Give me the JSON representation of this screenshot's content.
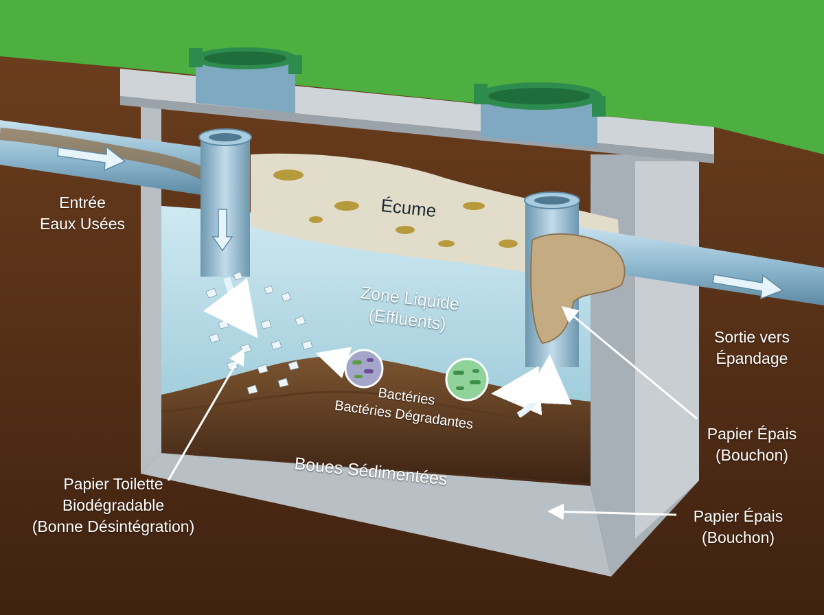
{
  "labels": {
    "inlet": [
      "Entrée",
      "Eaux Usées"
    ],
    "scum": "Écume",
    "liquid_zone": [
      "Zone Liquide",
      "(Effluents)"
    ],
    "outlet": [
      "Sortie vers",
      "Épandage"
    ],
    "bacteria": [
      "Bactéries",
      "Bactéries Dégradantes"
    ],
    "thick_paper_plug": [
      "Papier Épais",
      "(Bouchon)"
    ],
    "toilet_paper": [
      "Papier Toilette",
      "Biodégradable",
      "(Bonne Désintégration)"
    ],
    "sludge": "Boues Sédimentées",
    "thick_paper_plug_2": [
      "Papier Épais",
      "(Bouchon)"
    ]
  },
  "colors": {
    "grass": "#4caf3f",
    "soil": "#5a3218",
    "concrete": "#c9ced2",
    "concrete_shadow": "#9aa3aa",
    "lid_green": "#2e8b4e",
    "water": "#a9d2e0",
    "scum": "#e2dccb",
    "sludge": "#6b4526",
    "pipe": "#9cc3d8",
    "arrow": "#e8f4fb"
  }
}
